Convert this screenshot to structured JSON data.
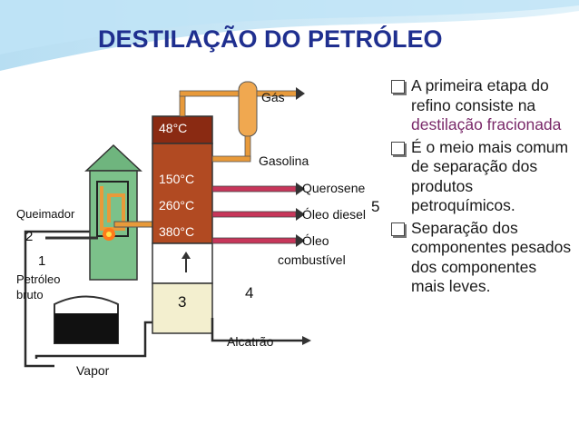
{
  "colors": {
    "title": "#1f2f8f",
    "accent": "#7a2a6a",
    "tower_top": "#8a2a12",
    "tower_mid": "#c0502a",
    "pipe": "#e89a3a",
    "furnace": "#7cc18a"
  },
  "title": "DESTILAÇÃO DO PETRÓLEO",
  "bullets": [
    {
      "parts": [
        {
          "text": "A primeira etapa do refino consiste na ",
          "accent": false
        },
        {
          "text": "destilação fracionada",
          "accent": true
        }
      ]
    },
    {
      "parts": [
        {
          "text": "É o meio mais comum de separação dos produtos petroquímicos.",
          "accent": false
        }
      ]
    },
    {
      "parts": [
        {
          "text": "Separação dos componentes pesados dos componentes mais leves.",
          "accent": false
        }
      ]
    }
  ],
  "diagram": {
    "gas": "Gás",
    "gasolina": "Gasolina",
    "querosene": "Querosene",
    "oleo_diesel": "Óleo diesel",
    "oleo": "Óleo",
    "combustivel": "combustível",
    "alcatrao": "Alcatrão",
    "vapor": "Vapor",
    "queimador": "Queimador",
    "petroleo": "Petróleo",
    "bruto": "bruto",
    "temps": [
      "48°C",
      "150°C",
      "260°C",
      "380°C"
    ],
    "numbers": [
      "1",
      "2",
      "3",
      "4",
      "5"
    ]
  }
}
